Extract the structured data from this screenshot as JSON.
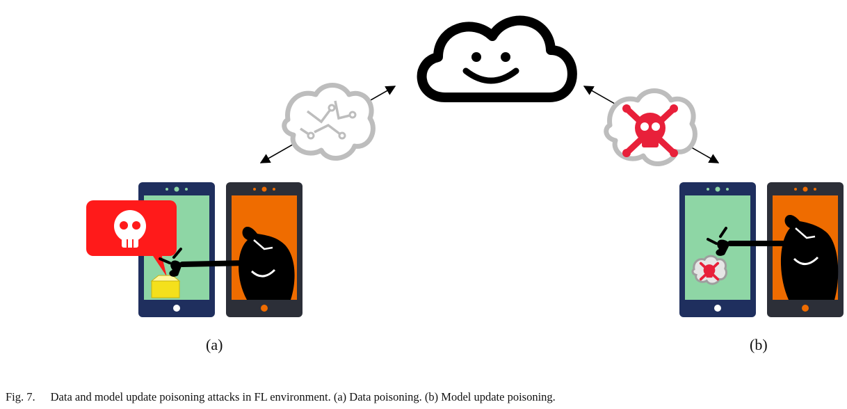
{
  "figure": {
    "panel_labels": {
      "a": "(a)",
      "b": "(b)"
    },
    "caption": {
      "number": "Fig. 7.",
      "text": "Data and model update poisoning attacks in FL environment. (a) Data poisoning. (b) Model update poisoning."
    }
  },
  "colors": {
    "phone_frame": "#1f2f5e",
    "attacker_frame": "#2c2f38",
    "victim_screen": "#8ed6a5",
    "attacker_screen": "#ef6c00",
    "alert": "#ff1a1a",
    "skull_red": "#e8203a",
    "folder": "#f4e01c",
    "brain_gray": "#bdbdbd",
    "ink": "#000000"
  },
  "icons": [
    "cloud-smiley-icon",
    "brain-circuit-icon",
    "skull-crossbones-icon",
    "skull-icon",
    "folder-icon",
    "hacker-icon",
    "smartphone-icon"
  ]
}
